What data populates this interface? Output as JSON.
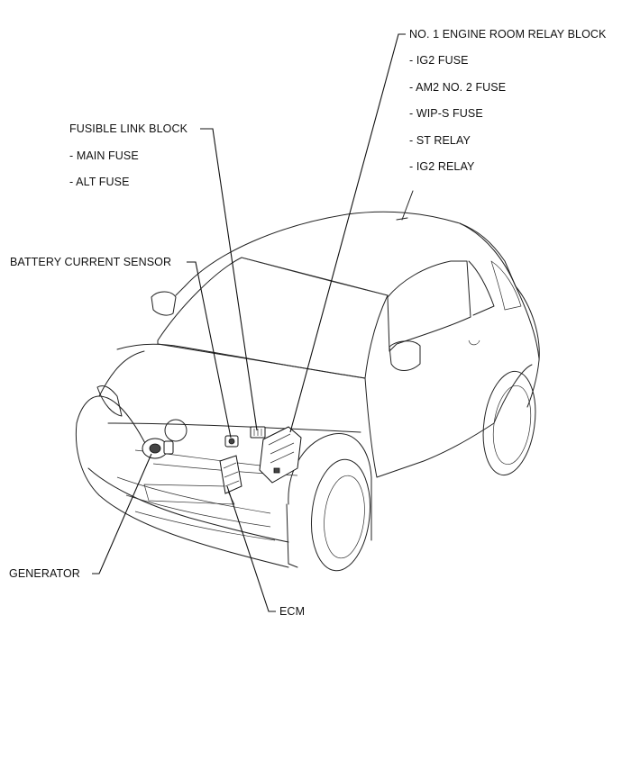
{
  "labels": {
    "relay_block": "NO. 1 ENGINE ROOM RELAY BLOCK",
    "relay_items": [
      "- IG2 FUSE",
      "- AM2 NO. 2 FUSE",
      "- WIP-S FUSE",
      "- ST RELAY",
      "- IG2 RELAY"
    ],
    "fusible_link_block": "FUSIBLE LINK BLOCK",
    "fusible_items": [
      "- MAIN FUSE",
      "- ALT FUSE"
    ],
    "battery_current_sensor": "BATTERY CURRENT SENSOR",
    "generator": "GENERATOR",
    "ecm": "ECM"
  },
  "icons": {
    "vehicle": "car-illustration-icon",
    "generator": "generator-icon",
    "relay_block": "relay-block-icon",
    "ecm": "ecm-icon",
    "sensor": "battery-sensor-icon"
  },
  "colors": {
    "line": "#111111",
    "background": "#ffffff"
  }
}
